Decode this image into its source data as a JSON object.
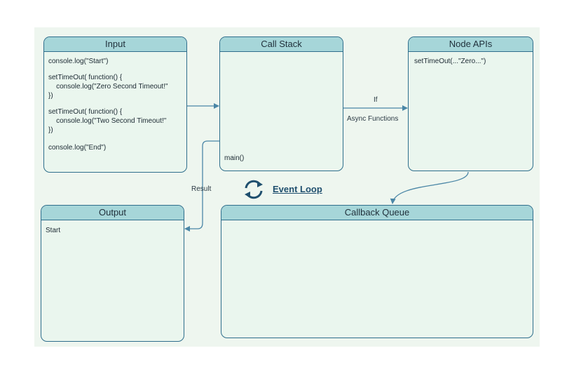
{
  "input": {
    "title": "Input",
    "lines": [
      "console.log(\"Start\")",
      "setTimeOut( function() {",
      "    console.log(\"Zero Second Timeout!\"",
      "})",
      "setTimeOut( function() {",
      "    console.log(\"Two Second Timeout!\"",
      "})",
      "console.log(\"End\")"
    ]
  },
  "call_stack": {
    "title": "Call Stack",
    "frame": "main()"
  },
  "node_apis": {
    "title": "Node APIs",
    "entry": "setTimeOut(...\"Zero...\")"
  },
  "output": {
    "title": "Output",
    "text": "Start"
  },
  "callback_queue": {
    "title": "Callback Queue"
  },
  "labels": {
    "if": "If",
    "async": "Async Functions",
    "result": "Result"
  },
  "event_loop": {
    "label": "Event Loop",
    "icon": "refresh-cycle-icon"
  },
  "colors": {
    "header": "#a6d6d9",
    "body": "#eaf6ee",
    "border": "#2f6e8c",
    "arrow": "#4a86a6"
  }
}
